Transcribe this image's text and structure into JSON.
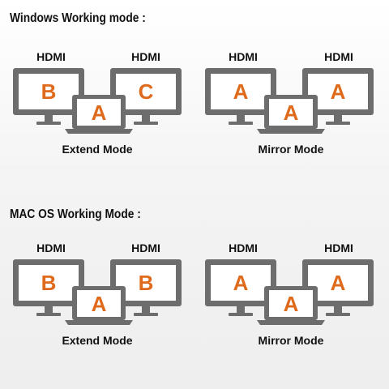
{
  "sections": [
    {
      "title": "Windows Working mode :",
      "diagrams": [
        {
          "mode_label": "Extend Mode",
          "left_port": "HDMI",
          "right_port": "HDMI",
          "left_screen": "B",
          "right_screen": "C",
          "laptop_screen": "A"
        },
        {
          "mode_label": "Mirror Mode",
          "left_port": "HDMI",
          "right_port": "HDMI",
          "left_screen": "A",
          "right_screen": "A",
          "laptop_screen": "A"
        }
      ]
    },
    {
      "title": "MAC OS Working Mode :",
      "diagrams": [
        {
          "mode_label": "Extend Mode",
          "left_port": "HDMI",
          "right_port": "HDMI",
          "left_screen": "B",
          "right_screen": "B",
          "laptop_screen": "A"
        },
        {
          "mode_label": "Mirror Mode",
          "left_port": "HDMI",
          "right_port": "HDMI",
          "left_screen": "A",
          "right_screen": "A",
          "laptop_screen": "A"
        }
      ]
    }
  ],
  "colors": {
    "device_outline": "#6d6d6d",
    "screen_fill": "#ffffff",
    "letter": "#e06a1b"
  },
  "icons": [
    "monitor-icon",
    "laptop-icon"
  ]
}
